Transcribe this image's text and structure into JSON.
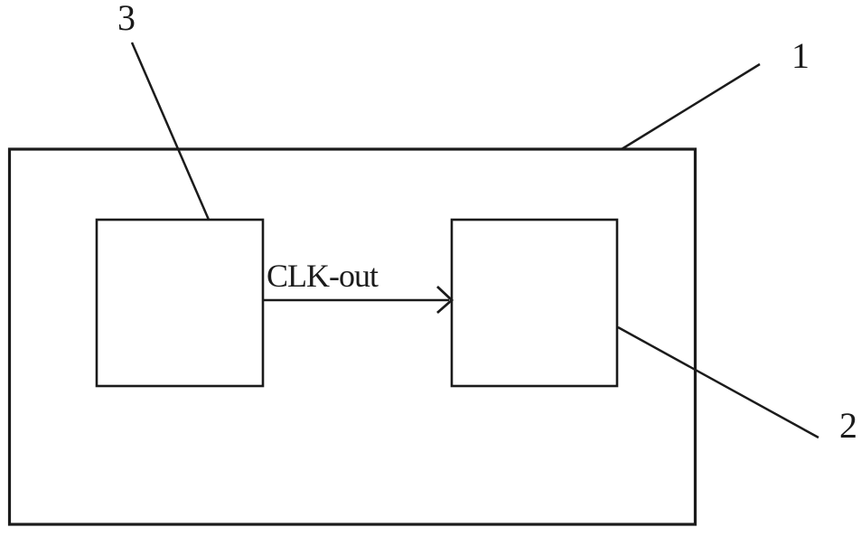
{
  "figure": {
    "background": "#ffffff",
    "line_color": "#1b1b1b",
    "arrow_label": "CLK-out",
    "labels": {
      "outer_box": "1",
      "right_box": "2",
      "left_box": "3"
    }
  }
}
